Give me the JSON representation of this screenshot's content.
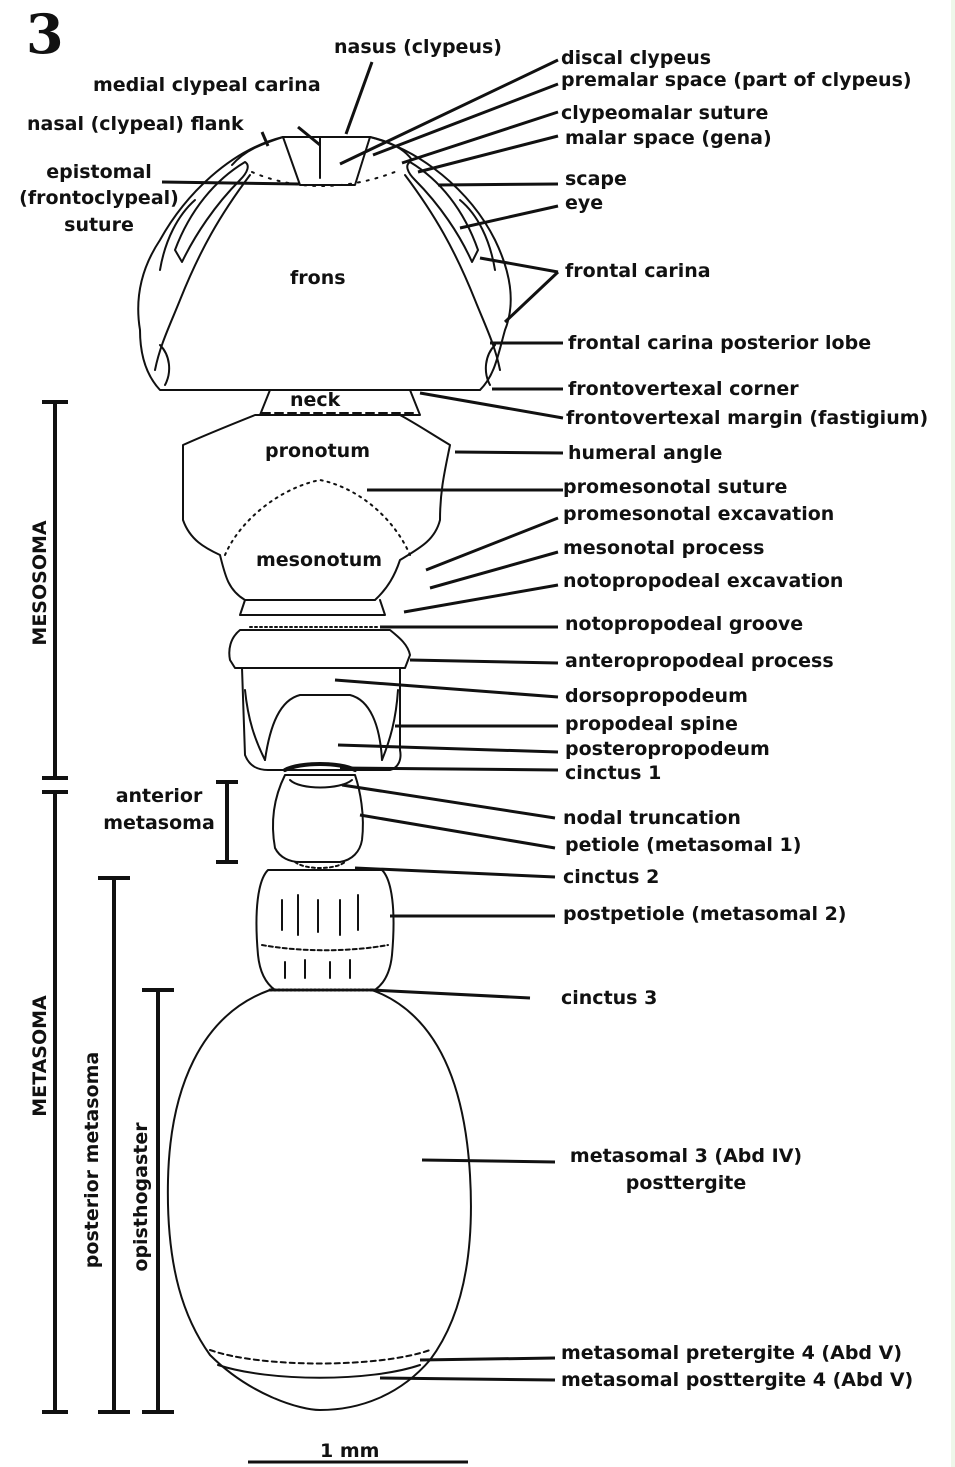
{
  "figure_number": "3",
  "scale_bar_label": "1 mm",
  "body_labels": {
    "frons": "frons",
    "neck": "neck",
    "pronotum": "pronotum",
    "mesonotum": "mesonotum"
  },
  "left_labels": {
    "nasus_clypeus": "nasus (clypeus)",
    "medial_clypeal_carina": "medial clypeal carina",
    "nasal_flank": "nasal (clypeal) flank",
    "epistomal_1": "epistomal",
    "epistomal_2": "(frontoclypeal)",
    "epistomal_3": "suture",
    "anterior_metasoma_1": "anterior",
    "anterior_metasoma_2": "metasoma"
  },
  "vertical_labels": {
    "mesosoma": "MESOSOMA",
    "metasoma": "METASOMA",
    "posterior_metasoma": "posterior metasoma",
    "opisthogaster": "opisthogaster"
  },
  "right_labels": {
    "discal_clypeus": "discal clypeus",
    "premalar_space": "premalar space (part of clypeus)",
    "clypeomalar_suture": "clypeomalar suture",
    "malar_space": "malar space (gena)",
    "scape": "scape",
    "eye": "eye",
    "frontal_carina": "frontal carina",
    "frontal_carina_posterior_lobe": "frontal carina posterior lobe",
    "frontovertexal_corner": "frontovertexal corner",
    "frontovertexal_margin": "frontovertexal margin (fastigium)",
    "humeral_angle": "humeral angle",
    "promesonotal_suture": "promesonotal suture",
    "promesonotal_excavation": "promesonotal excavation",
    "mesonotal_process": "mesonotal process",
    "notopropodeal_excavation": "notopropodeal excavation",
    "notopropodeal_groove": "notopropodeal groove",
    "anteropropodeal_process": "anteropropodeal process",
    "dorsopropodeum": "dorsopropodeum",
    "propodeal_spine": "propodeal spine",
    "posteropropodeum": "posteropropodeum",
    "cinctus_1": "cinctus 1",
    "nodal_truncation": "nodal truncation",
    "petiole": "petiole (metasomal 1)",
    "cinctus_2": "cinctus 2",
    "postpetiole": "postpetiole (metasomal 2)",
    "cinctus_3": "cinctus 3",
    "metasomal_3_1": "metasomal 3 (Abd IV)",
    "metasomal_3_2": "posttergite",
    "pretergite_4": "metasomal pretergite 4 (Abd V)",
    "posttergite_4": "metasomal posttergite 4 (Abd V)"
  }
}
